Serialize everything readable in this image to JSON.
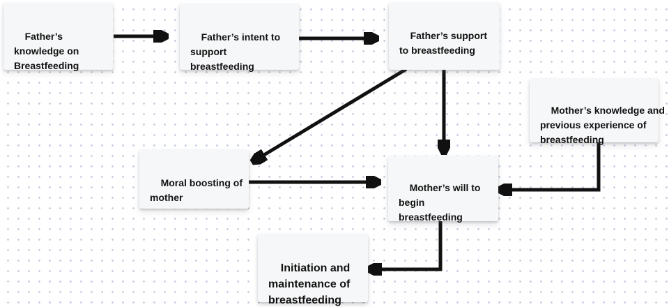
{
  "canvas": {
    "background_color": "#ffffff",
    "dot_grid_color": "#8296be",
    "arrow_color": "#111111",
    "node_fill_color": "#f6f7f8",
    "node_text_color": "#121212"
  },
  "diagram": {
    "nodes": [
      {
        "id": "father-knowledge",
        "label": "Father’s\nknowledge on\nBreastfeeding"
      },
      {
        "id": "father-intent",
        "label": "Father’s intent to\nsupport\nbreastfeeding"
      },
      {
        "id": "father-support",
        "label": "Father’s support\nto breastfeeding"
      },
      {
        "id": "mother-knowledge",
        "label": "Mother’s knowledge and\nprevious experience of\nbreastfeeding"
      },
      {
        "id": "moral-boosting",
        "label": "Moral boosting of\nmother"
      },
      {
        "id": "mother-will",
        "label": "Mother’s will to\nbegin\nbreastfeeding"
      },
      {
        "id": "initiation",
        "label": "Initiation and\nmaintenance of\nbreastfeeding"
      }
    ],
    "edges": [
      {
        "from": "father-knowledge",
        "to": "father-intent"
      },
      {
        "from": "father-intent",
        "to": "father-support"
      },
      {
        "from": "father-support",
        "to": "moral-boosting"
      },
      {
        "from": "father-support",
        "to": "mother-will"
      },
      {
        "from": "moral-boosting",
        "to": "mother-will"
      },
      {
        "from": "mother-knowledge",
        "to": "mother-will"
      },
      {
        "from": "mother-will",
        "to": "initiation"
      }
    ]
  }
}
